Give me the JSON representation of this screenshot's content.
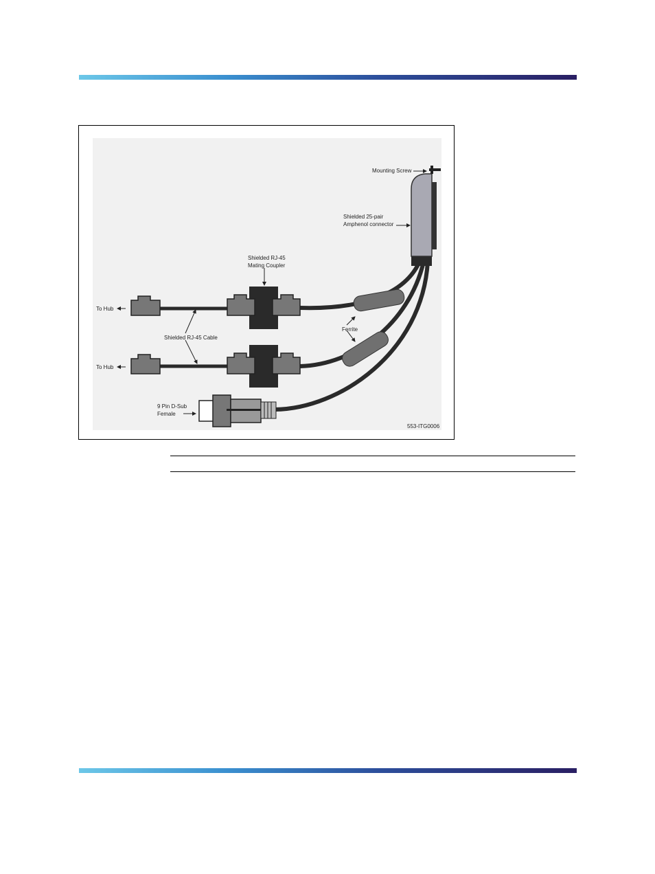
{
  "figure": {
    "labels": {
      "mounting_screw": "Mounting Screw",
      "amphenol_line1": "Shielded 25-pair",
      "amphenol_line2": "Amphenol connector",
      "coupler_line1": "Shielded RJ-45",
      "coupler_line2": "Mating Coupler",
      "to_hub_top": "To Hub",
      "to_hub_bottom": "To Hub",
      "rj45_cable": "Shielded RJ-45 Cable",
      "ferrite": "Ferrite",
      "dsub_line1": "9 Pin D-Sub",
      "dsub_line2": "Female",
      "figure_id": "553-ITG0006"
    }
  }
}
